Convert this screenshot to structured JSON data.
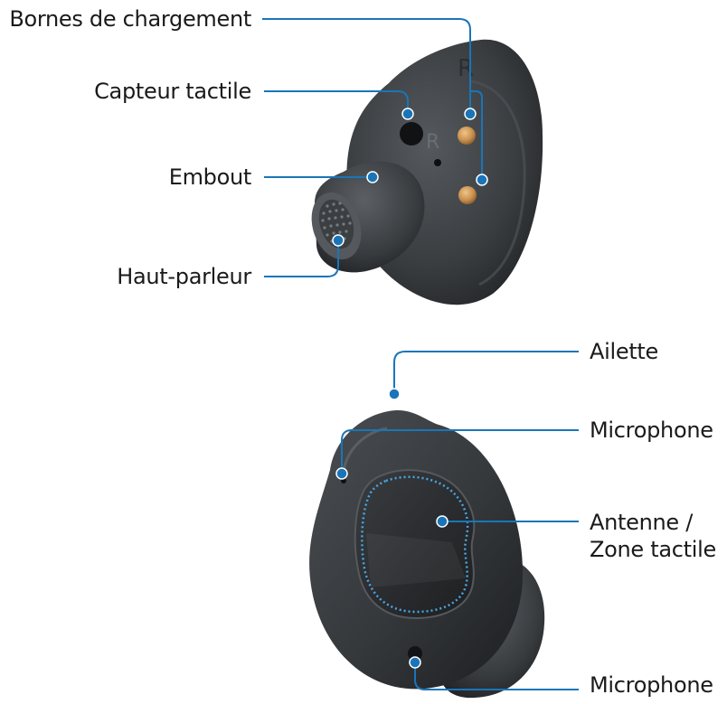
{
  "colors": {
    "callout": "#1a75b8",
    "shell": "#3a3d40",
    "shell_dark": "#1e2022",
    "terminal": "#c9914f",
    "background": "#ffffff"
  },
  "side_view": {
    "labels": {
      "charging_terminals": "Bornes de chargement",
      "touch_sensor": "Capteur tactile",
      "ear_tip": "Embout",
      "speaker": "Haut-parleur"
    },
    "shell_mark": "R",
    "sensor_mark": "R"
  },
  "front_view": {
    "labels": {
      "wing_tip": "Ailette",
      "microphone_top": "Microphone",
      "antenna_line1": "Antenne /",
      "antenna_line2": "Zone tactile",
      "microphone_bottom": "Microphone"
    }
  }
}
